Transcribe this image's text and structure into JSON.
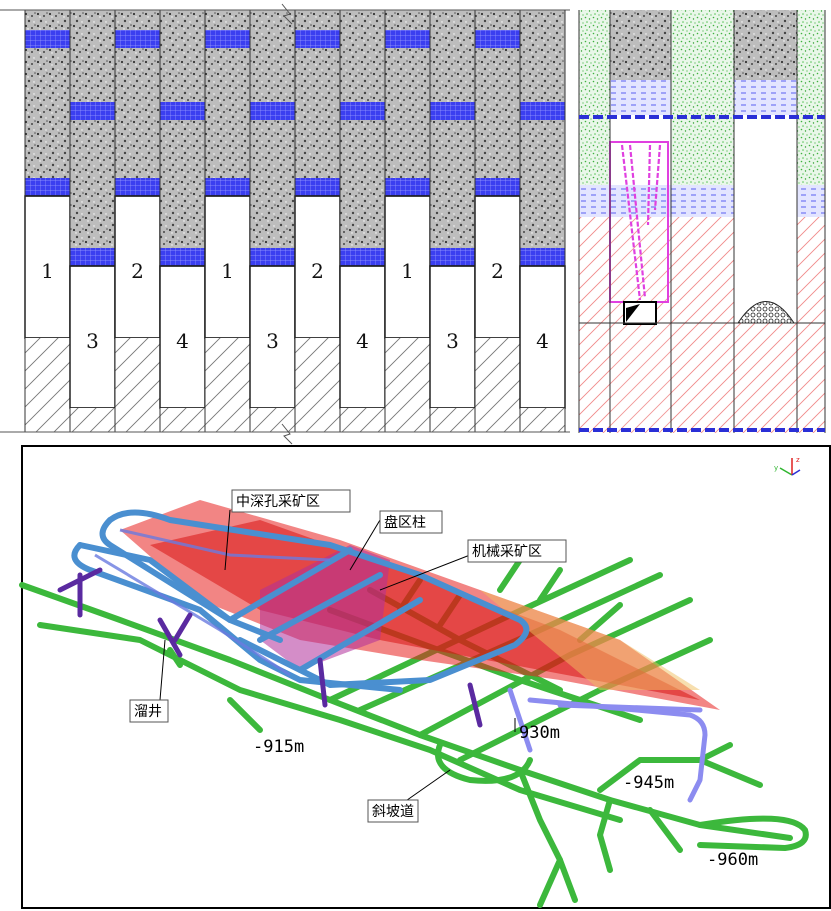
{
  "stopes_section": {
    "stope_numbers": [
      "1",
      "3",
      "2",
      "4",
      "1",
      "3",
      "2",
      "4",
      "1",
      "3",
      "2",
      "4"
    ]
  },
  "model_3d": {
    "labels": {
      "medium_deep_hole_zone": "中深孔采矿区",
      "panel_pillar": "盘区柱",
      "mechanized_zone": "机械采矿区",
      "ore_pass": "溜井",
      "ramp": "斜坡道"
    },
    "levels": {
      "l915": "-915m",
      "l930": "930m",
      "l945": "-945m",
      "l960": "-960m"
    }
  },
  "colors": {
    "backfill_blue": "#2a2fd6",
    "drift_green": "#3cb83c",
    "ore_body_red": "#e8201f",
    "ramp_lavender": "#8c8cf0",
    "raise_magenta": "#e040e0"
  }
}
